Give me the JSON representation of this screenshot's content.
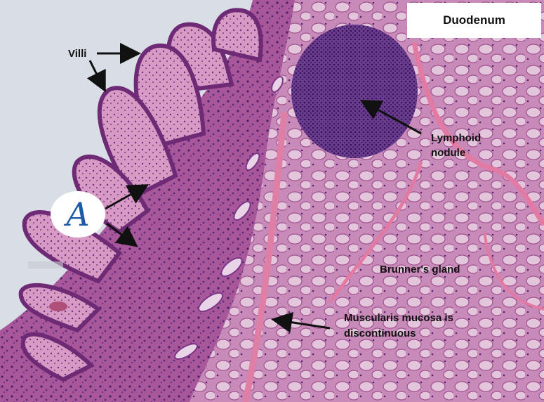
{
  "title": "Duodenum",
  "labels": {
    "villi": "Villi",
    "lymphoid_nodule_line1": "Lymphoid",
    "lymphoid_nodule_line2": "nodule",
    "brunners_gland": "Brunner's gland",
    "muscularis_line1": "Muscularis mucosa is",
    "muscularis_line2": "discontinuous"
  },
  "handwritten_marker": "A",
  "colors": {
    "background": "#d8dde6",
    "tissue": "#c77aa8",
    "gland": "#cf9cc2",
    "epithelium": "#7a2f6e",
    "connective": "#e07aa0",
    "marker_ink": "#1c5aa8"
  }
}
